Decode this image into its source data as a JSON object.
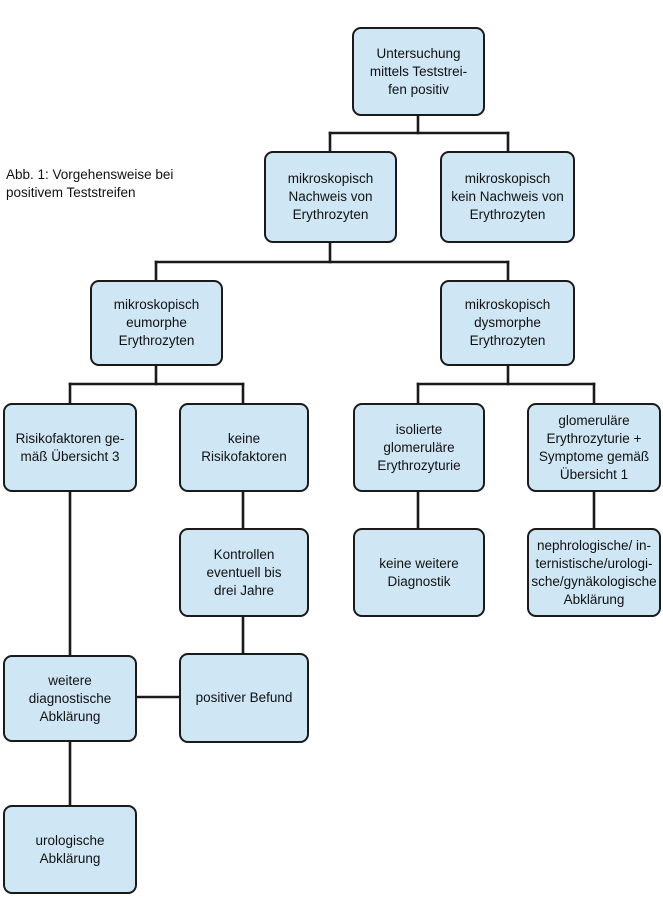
{
  "caption": "Abb. 1: Vorgehensweise bei\npositivem Teststreifen",
  "colors": {
    "node_fill": "#cfe7f5",
    "border": "#1a1a1a",
    "line": "#1a1a1a"
  },
  "nodes": {
    "root": "Untersuchung\nmittels Teststrei-\nfen positiv",
    "micro_pos": "mikroskopisch\nNachweis von\nErythrozyten",
    "micro_neg": "mikroskopisch\nkein Nachweis von\nErythrozyten",
    "eumorph": "mikroskopisch\neumorphe\nErythrozyten",
    "dysmorph": "mikroskopisch\ndysmorphe\nErythrozyten",
    "risk": "Risikofaktoren ge-\nmäß Übersicht 3",
    "norisk": "keine\nRisikofaktoren",
    "isoliert": "isolierte\nglomeruläre\nErythrozyturie",
    "glom_sympt": "glomeruläre\nErythrozyturie +\nSymptome gemäß\nÜbersicht 1",
    "kontrollen": "Kontrollen\neventuell bis\ndrei Jahre",
    "keine_diag": "keine weitere\nDiagnostik",
    "nephro": "nephrologische/ in-\nternistische/urologi-\nsche/gynäkologische\nAbklärung",
    "weitere": "weitere\ndiagnostische\nAbklärung",
    "positiv": "positiver Befund",
    "urolog": "urologische\nAbklärung"
  }
}
